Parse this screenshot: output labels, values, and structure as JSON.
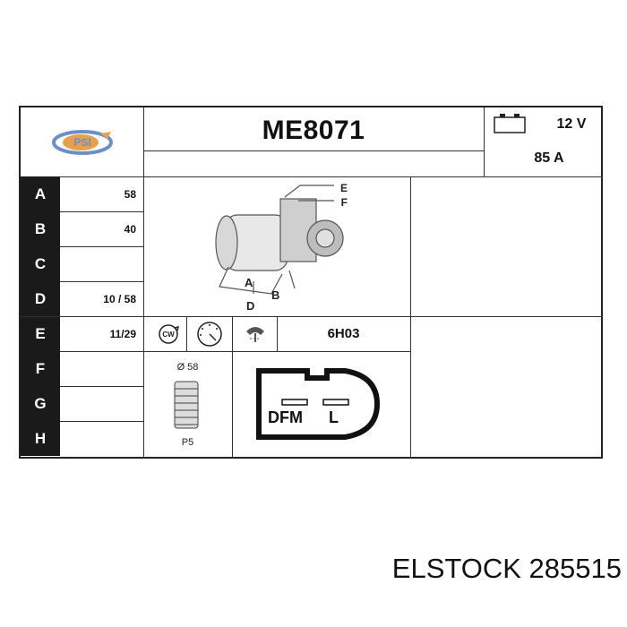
{
  "header": {
    "logo_text": "PSI",
    "part_number": "ME8071",
    "voltage": "12 V",
    "current": "85 A"
  },
  "rows": [
    {
      "label": "A",
      "value": "58"
    },
    {
      "label": "B",
      "value": "40"
    },
    {
      "label": "C",
      "value": ""
    },
    {
      "label": "D",
      "value": "10 / 58"
    },
    {
      "label": "E",
      "value": "11/29"
    },
    {
      "label": "F",
      "value": ""
    },
    {
      "label": "G",
      "value": ""
    },
    {
      "label": "H",
      "value": ""
    }
  ],
  "drawing": {
    "labels": {
      "a": "A",
      "b": "B",
      "d": "D",
      "e": "E",
      "f": "F"
    }
  },
  "icons_row": {
    "rotation_text": "CW",
    "code": "6H03"
  },
  "pulley": {
    "diameter": "Ø 58",
    "type": "P5"
  },
  "connector": {
    "pin1": "DFM",
    "pin2": "L"
  },
  "footer": {
    "brand_part": "ELSTOCK 285515"
  },
  "colors": {
    "logo_orange": "#e8a04a",
    "logo_blue": "#6c8fc7",
    "label_bg": "#1a1a1a"
  }
}
